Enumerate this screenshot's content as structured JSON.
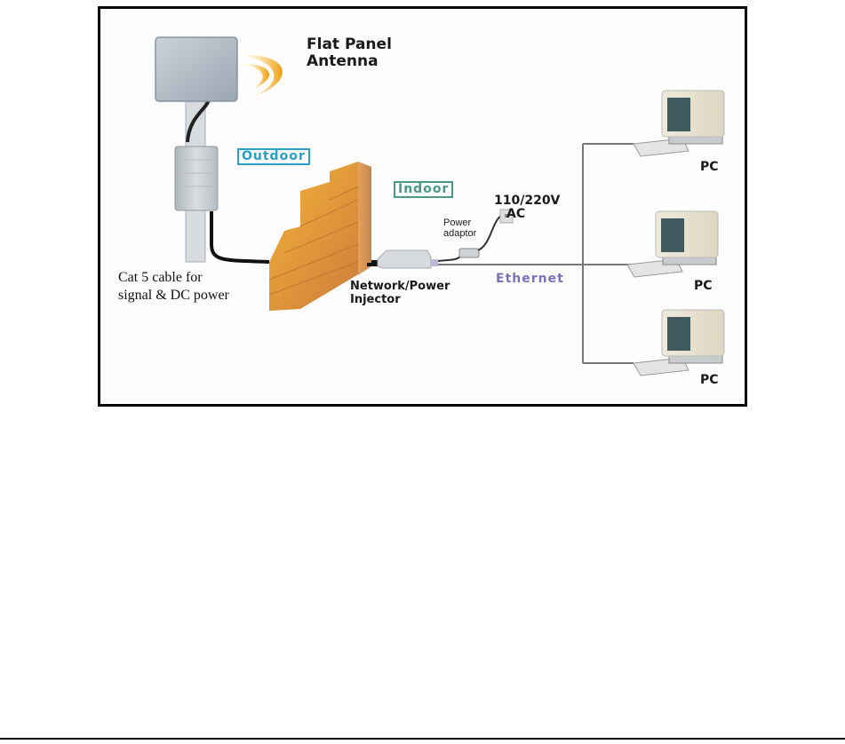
{
  "diagram": {
    "labels": {
      "antenna": [
        "Flat Panel",
        "Antenna"
      ],
      "outdoor": "Outdoor",
      "indoor": "Indoor",
      "cable": [
        "Cat 5 cable for",
        "signal & DC power"
      ],
      "injector": [
        "Network/Power",
        "Injector"
      ],
      "power_adaptor": [
        "Power",
        "adaptor"
      ],
      "ac": [
        "110/220V",
        "AC"
      ],
      "ethernet": "Ethernet",
      "pcs": [
        "PC",
        "PC",
        "PC"
      ]
    },
    "colors": {
      "outdoor_box": "#2aa0c8",
      "indoor_box": "#4a9a86",
      "ethernet_text": "#7a72b8",
      "signal_arc": "#f0a010",
      "brick": "#d98a3a"
    },
    "components": [
      "flat-panel-antenna",
      "outdoor-unit",
      "brick-wall",
      "network-power-injector",
      "power-adaptor",
      "ac-outlet",
      "pc",
      "pc",
      "pc"
    ]
  }
}
